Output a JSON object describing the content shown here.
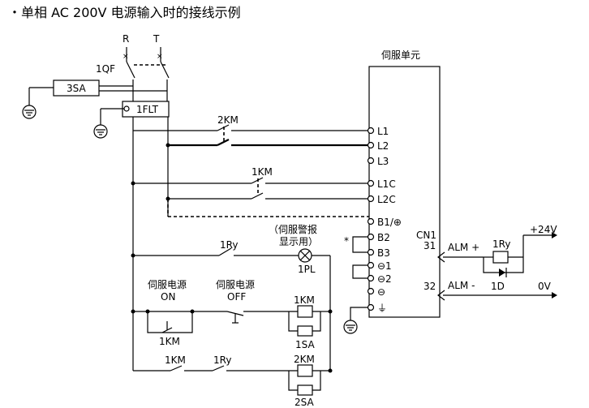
{
  "title": "・单相 AC 200V 电源输入时的接线示例",
  "power": {
    "r": "R",
    "t": "T"
  },
  "components": {
    "breaker": "1QF",
    "surge_absorber": "3SA",
    "noise_filter": "1FLT",
    "contactor_main": "2KM",
    "contactor_ctrl": "1KM",
    "relay_1ry": "1Ry",
    "lamp": "1PL",
    "lamp_note_1": "（伺服警报",
    "lamp_note_2": "显示用）",
    "asterisk": "*",
    "sw_on_1": "伺服电源",
    "sw_on_2": "ON",
    "sw_off_1": "伺服电源",
    "sw_off_2": "OFF",
    "km1_contact_bottom": "1KM",
    "coil_1km": "1KM",
    "sa_1": "1SA",
    "bottom_1km": "1KM",
    "bottom_1ry": "1Ry",
    "coil_2km": "2KM",
    "sa_2": "2SA"
  },
  "servo": {
    "label": "伺服单元",
    "terminals": [
      "L1",
      "L2",
      "L3",
      "L1C",
      "L2C",
      "B1/⊕",
      "B2",
      "B3",
      "⊖1",
      "⊖2",
      "⊖",
      "⏚"
    ]
  },
  "alarm": {
    "cn": "CN1",
    "pin31": "31",
    "pin32": "32",
    "alm_plus": "ALM +",
    "alm_minus": "ALM -",
    "relay": "1Ry",
    "diode": "1D",
    "v24": "+24V",
    "v0": "0V"
  }
}
